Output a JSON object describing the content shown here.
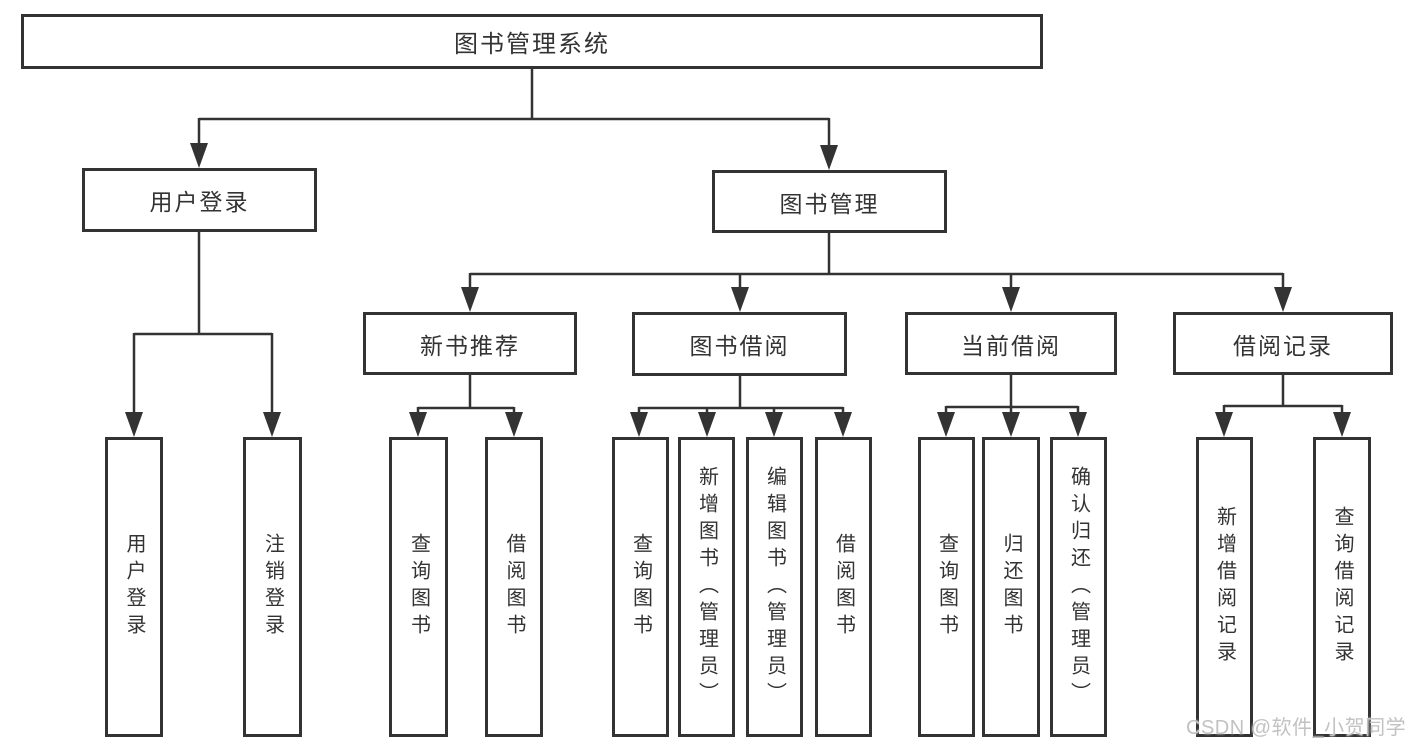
{
  "root": {
    "label": "图书管理系统"
  },
  "level2": {
    "user_login": {
      "label": "用户登录"
    },
    "book_management": {
      "label": "图书管理"
    }
  },
  "level3": {
    "new_book_recommend": {
      "label": "新书推荐"
    },
    "book_borrow": {
      "label": "图书借阅"
    },
    "current_borrow": {
      "label": "当前借阅"
    },
    "borrow_records": {
      "label": "借阅记录"
    }
  },
  "leaves": {
    "user_login": [
      "用户登录",
      "注销登录"
    ],
    "new_book_recommend": [
      "查询图书",
      "借阅图书"
    ],
    "book_borrow": [
      "查询图书",
      "新增图书（管理员）",
      "编辑图书（管理员）",
      "借阅图书"
    ],
    "current_borrow": [
      "查询图书",
      "归还图书",
      "确认归还（管理员）"
    ],
    "borrow_records": [
      "新增借阅记录",
      "查询借阅记录"
    ]
  },
  "watermark": "CSDN @软件_小贺同学",
  "colors": {
    "line": "#333333",
    "box_border": "#333333",
    "text": "#333333",
    "watermark": "#c2c2c2",
    "background": "#ffffff"
  }
}
